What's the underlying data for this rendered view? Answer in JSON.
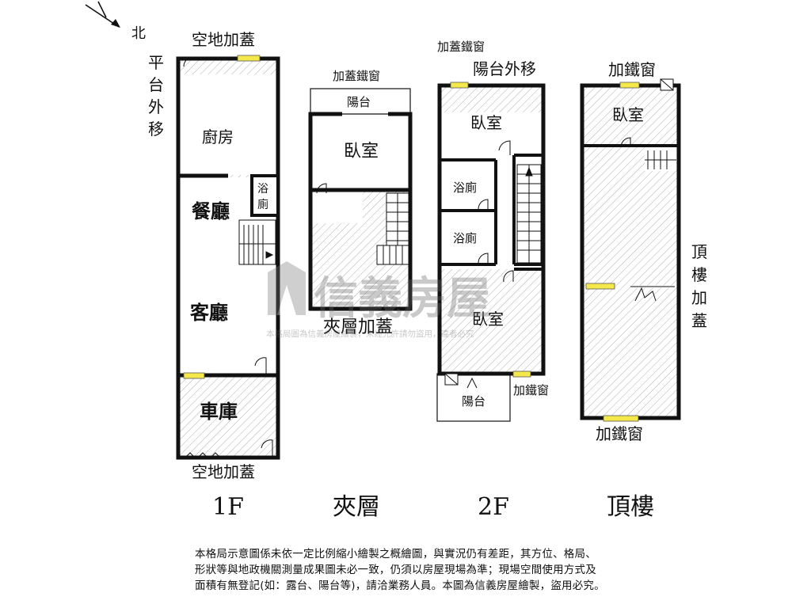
{
  "compass": {
    "north_label": "北"
  },
  "floors": {
    "f1": {
      "caption": "1F",
      "rooms": {
        "kitchen": "廚房",
        "dining": "餐廳",
        "living": "客廳",
        "garage": "車庫"
      },
      "bath": [
        "浴",
        "廁"
      ],
      "notes": {
        "top": "空地加蓋",
        "bottom": "空地加蓋",
        "side": [
          "平",
          "台",
          "外",
          "移"
        ]
      }
    },
    "mezz": {
      "caption": "夾層",
      "rooms": {
        "bedroom": "臥室",
        "balcony": "陽台"
      },
      "notes": {
        "window": "加蓋鐵窗",
        "bottom": "夾層加蓋"
      }
    },
    "f2": {
      "caption": "2F",
      "rooms": {
        "bedroom_top": "臥室",
        "bath1": "浴廁",
        "bath2": "浴廁",
        "bedroom_bottom": "臥室",
        "balcony": "陽台"
      },
      "notes": {
        "window_top": "加蓋鐵窗",
        "balcony_move": "陽台外移",
        "window_right": "加鐵窗"
      }
    },
    "roof": {
      "caption": "頂樓",
      "rooms": {
        "bedroom": "臥室"
      },
      "notes": {
        "window_top": "加鐵窗",
        "window_bottom": "加鐵窗",
        "side": [
          "頂",
          "樓",
          "加",
          "蓋"
        ]
      }
    }
  },
  "watermark": {
    "brand": "信義房屋",
    "notice": "本格局圖為信義房屋繪製，未經允許請勿盜用，違者必究"
  },
  "disclaimer": [
    "本格局示意圖係未依一定比例縮小繪製之概繪圖，與實況仍有差距，其方位、格局、",
    "形狀等與地政機關測量成果圖未必一致，仍須以房屋現場為準；現場空間使用方式及",
    "面積有無登記(如：露台、陽台等)，請洽業務人員。本圖為信義房屋繪製，盜用必究。"
  ]
}
